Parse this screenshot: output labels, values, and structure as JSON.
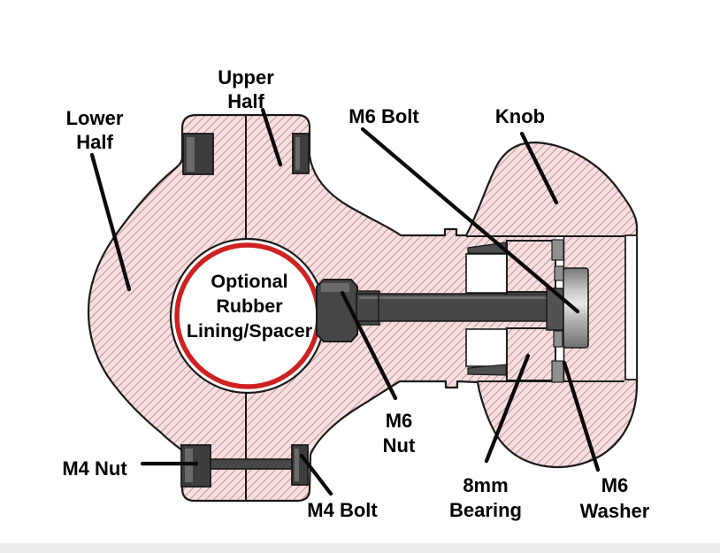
{
  "diagram": {
    "type": "mechanical cross-section assembly diagram",
    "center_note": {
      "lines": [
        "Optional",
        "Rubber",
        "Lining/Spacer"
      ]
    },
    "labels": {
      "lower_half": {
        "lines": [
          "Lower",
          "Half"
        ]
      },
      "upper_half": {
        "lines": [
          "Upper",
          "Half"
        ]
      },
      "m6_bolt": {
        "lines": [
          "M6 Bolt"
        ]
      },
      "knob": {
        "lines": [
          "Knob"
        ]
      },
      "m4_nut": {
        "lines": [
          "M4 Nut"
        ]
      },
      "m4_bolt": {
        "lines": [
          "M4 Bolt"
        ]
      },
      "m6_nut": {
        "lines": [
          "M6",
          "Nut"
        ]
      },
      "bearing_8mm": {
        "lines": [
          "8mm",
          "Bearing"
        ]
      },
      "m6_washer": {
        "lines": [
          "M6",
          "Washer"
        ]
      }
    },
    "colors": {
      "background": "#ffffff",
      "bottom_strip": "#ececec",
      "body_fill": "#f7dfdf",
      "hatch_line": "#aa7b7b",
      "outline": "#1a1a1a",
      "metal_dark": "#474747",
      "metal_deep": "#3d3d3d",
      "metal_mid": "#6a6a6a",
      "race_gray": "#8f8f8f",
      "washer_silver": "#e8e8e8",
      "ring_red": "#cf2121",
      "leader": "#0a0a0a",
      "label_text": "#000000"
    }
  }
}
